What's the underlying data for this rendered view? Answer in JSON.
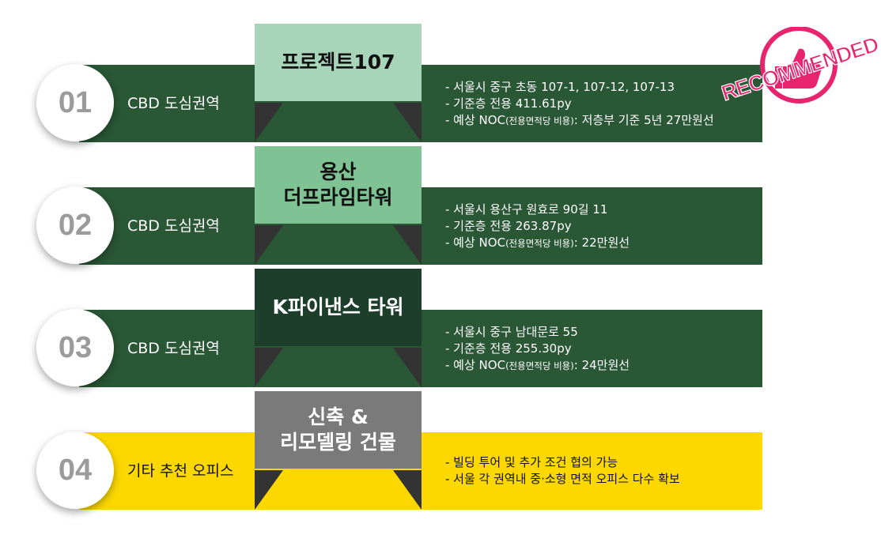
{
  "colors": {
    "dark_green": "#2a5736",
    "mint": "#a8d5b9",
    "medium_green": "#7fc395",
    "deep_green": "#1c3e2a",
    "gray": "#7a7a7a",
    "yellow": "#fcd800",
    "stamp_pink": "#e8246e"
  },
  "stamp": {
    "text": "RECOMMENDED",
    "icon": "thumbs-up-icon"
  },
  "rows": [
    {
      "number": "01",
      "area": "CBD 도심권역",
      "title_lines": [
        "프로젝트107"
      ],
      "details": [
        "- 서울시 중구 초동 107-1, 107-12, 107-13",
        "- 기준층 전용 411.61py"
      ],
      "noc_prefix": "- 예상 NOC",
      "noc_small": "(전용면적당 비용)",
      "noc_value": ": 저층부 기준 5년 27만원선"
    },
    {
      "number": "02",
      "area": "CBD 도심권역",
      "title_lines": [
        "용산",
        "더프라임타워"
      ],
      "details": [
        "- 서울시 용산구 원효로 90길 11",
        "- 기준층 전용 263.87py"
      ],
      "noc_prefix": "- 예상 NOC",
      "noc_small": "(전용면적당 비용)",
      "noc_value": ": 22만원선"
    },
    {
      "number": "03",
      "area": "CBD 도심권역",
      "title_lines": [
        "K파이낸스 타워"
      ],
      "details": [
        "- 서울시 중구 남대문로 55",
        "- 기준층 전용 255.30py"
      ],
      "noc_prefix": "- 예상 NOC",
      "noc_small": "(전용면적당 비용)",
      "noc_value": ": 24만원선"
    },
    {
      "number": "04",
      "area": "기타 추천 오피스",
      "title_lines": [
        "신축 &",
        "리모델링 건물"
      ],
      "details": [
        "- 빌딩 투어 및 추가 조건 협의 가능",
        "- 서울 각 권역내 중·소형 면적 오피스 다수 확보"
      ]
    }
  ]
}
